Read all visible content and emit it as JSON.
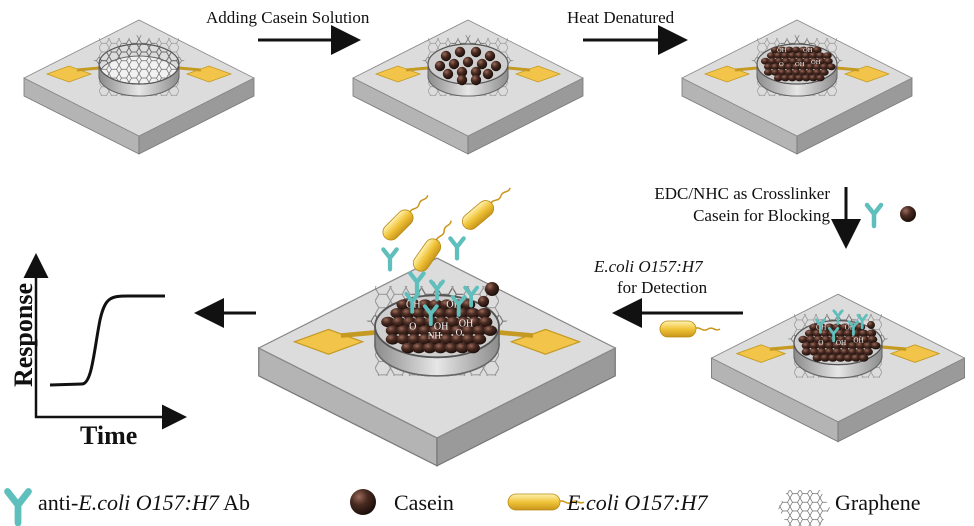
{
  "steps": {
    "adding": "Adding Casein Solution",
    "heat": "Heat Denatured",
    "crosslinker": "EDC/NHC as Crosslinker",
    "blocking": "Casein for Blocking",
    "detect_bacteria": "E.coli O157:H7",
    "detect_for": "for Detection"
  },
  "chemistry": {
    "oh": "OH",
    "o": "O",
    "nh": "NH"
  },
  "plot": {
    "ylabel": "Response",
    "xlabel": "Time"
  },
  "legend": {
    "antibody_prefix": "anti-",
    "antibody_bacteria": "E.coli O157:H7",
    "antibody_suffix": " Ab",
    "casein": "Casein",
    "bacteria": "E.coli O157:H7",
    "graphene": "Graphene"
  },
  "colors": {
    "casein": "#4a2b22",
    "antibody": "#5fbfbd",
    "bacteria": "#f0c43a",
    "electrode": "#f2c44a",
    "chip_top": "#dcdcdc",
    "chip_side": "#9a9a9a",
    "arrow": "#111111"
  },
  "icons": {
    "antibody": "y-shaped-antibody-icon",
    "casein": "sphere-icon",
    "bacteria": "rod-bacterium-icon",
    "graphene": "hexagon-lattice-icon"
  }
}
